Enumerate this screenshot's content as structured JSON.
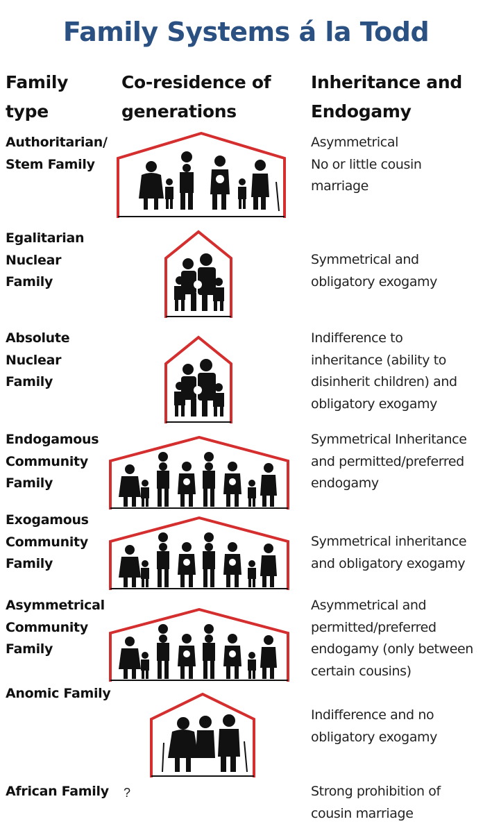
{
  "title": "Family Systems á la Todd",
  "colors": {
    "title": "#2b5183",
    "roof": "#d42e2e",
    "figures": "#111111"
  },
  "headers": {
    "family_type": [
      "Family",
      "type"
    ],
    "coresidence": [
      "Co-residence of",
      "generations"
    ],
    "inheritance": [
      "Inheritance and",
      "Endogamy"
    ]
  },
  "rows": [
    {
      "type_lines": [
        "Authoritarian/",
        "Stem Family"
      ],
      "desc_lines": [
        "Asymmetrical",
        "No or little cousin",
        "marriage"
      ],
      "icon": "multi-generation-house-icon"
    },
    {
      "type_lines": [
        "Egalitarian",
        "Nuclear",
        "Family"
      ],
      "desc_lines": [
        "Symmetrical and",
        "obligatory exogamy"
      ],
      "icon": "nuclear-family-house-icon"
    },
    {
      "type_lines": [
        "Absolute",
        "Nuclear",
        "Family"
      ],
      "desc_lines": [
        "Indifference to",
        "inheritance (ability to",
        "disinherit children) and",
        "obligatory exogamy"
      ],
      "icon": "nuclear-family-house-icon"
    },
    {
      "type_lines": [
        "Endogamous",
        "Community",
        "Family"
      ],
      "desc_lines": [
        "Symmetrical Inheritance",
        "and permitted/preferred",
        "endogamy"
      ],
      "icon": "community-family-house-icon"
    },
    {
      "type_lines": [
        "Exogamous",
        "Community",
        "Family"
      ],
      "desc_lines": [
        "Symmetrical inheritance",
        "and obligatory exogamy"
      ],
      "icon": "community-family-house-icon"
    },
    {
      "type_lines": [
        "Asymmetrical",
        "Community",
        "Family"
      ],
      "desc_lines": [
        "Asymmetrical and",
        "permitted/preferred",
        "endogamy (only between",
        "certain cousins)"
      ],
      "icon": "community-family-house-icon"
    },
    {
      "type_lines": [
        "Anomic Family"
      ],
      "desc_lines": [
        "Indifference and no",
        "obligatory exogamy"
      ],
      "icon": "elderly-couple-house-icon"
    },
    {
      "type_lines": [
        "African Family"
      ],
      "desc_lines": [
        "Strong prohibition of",
        "cousin marriage"
      ],
      "coresidence_text": "?"
    }
  ]
}
